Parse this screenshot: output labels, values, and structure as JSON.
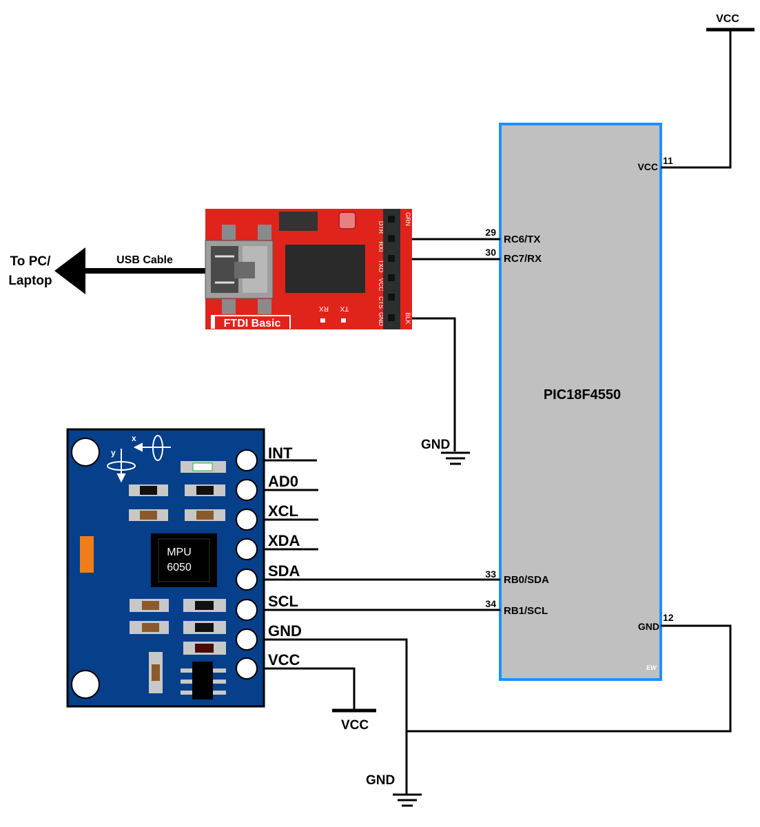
{
  "mcu": {
    "name": "PIC18F4550",
    "watermark": "EW"
  },
  "power": {
    "vcc": "VCC",
    "gnd": "GND"
  },
  "mcu_pins": [
    {
      "num": "11",
      "label": "VCC"
    },
    {
      "num": "29",
      "label": "RC6/TX"
    },
    {
      "num": "30",
      "label": "RC7/RX"
    },
    {
      "num": "33",
      "label": "RB0/SDA"
    },
    {
      "num": "34",
      "label": "RB1/SCL"
    },
    {
      "num": "12",
      "label": "GND"
    }
  ],
  "ftdi": {
    "name": "FTDI Basic",
    "header_pins": [
      "DTR",
      "RXI",
      "TXO",
      "VCC",
      "CTS",
      "GND"
    ],
    "top_label": "GRN",
    "bottom_label": "BLK",
    "led_tx": "TX",
    "led_rx": "RX"
  },
  "usb": {
    "cable_label": "USB Cable",
    "dest_line1": "To PC/",
    "dest_line2": "Laptop"
  },
  "mpu": {
    "chip_line1": "MPU",
    "chip_line2": "6050",
    "axis_x": "x",
    "axis_y": "y",
    "pins": [
      "INT",
      "AD0",
      "XCL",
      "XDA",
      "SDA",
      "SCL",
      "GND",
      "VCC"
    ]
  },
  "colors": {
    "mcu_fill": "#c0c0c0",
    "mcu_border": "#1e90ff",
    "ftdi_board": "#e0241b",
    "mpu_board": "#063f8a"
  }
}
